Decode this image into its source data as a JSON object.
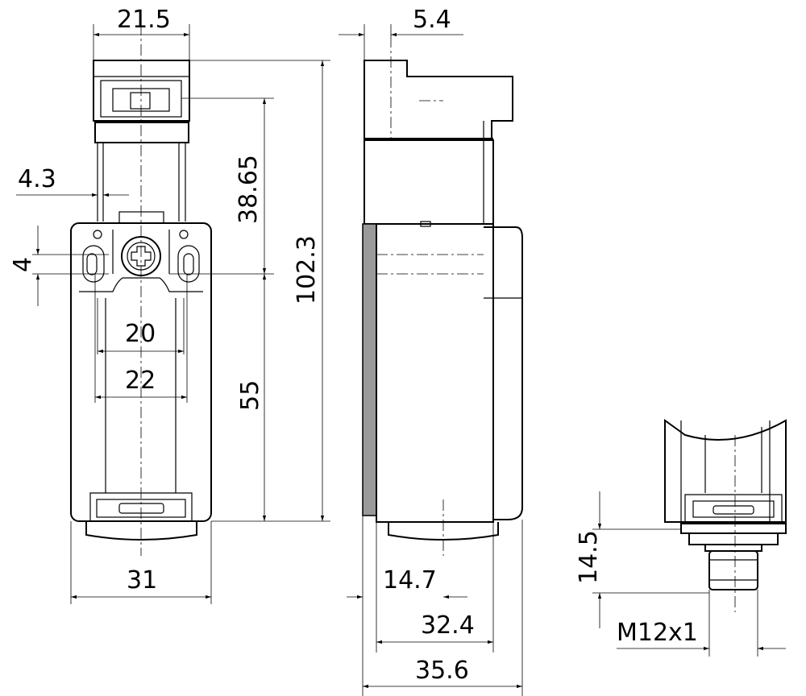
{
  "drawing": {
    "dimensions": {
      "head_width": "21.5",
      "head_offset_side": "5.4",
      "slot_offset": "4.3",
      "head_height": "38.65",
      "overall_height": "102.3",
      "slot_height": "4",
      "hole_spacing_inner": "20",
      "hole_spacing_outer": "22",
      "body_height": "55",
      "body_width": "31",
      "side_offset": "14.7",
      "side_depth": "32.4",
      "overall_depth": "35.6",
      "connector_length": "14.5",
      "thread": "M12x1"
    }
  }
}
